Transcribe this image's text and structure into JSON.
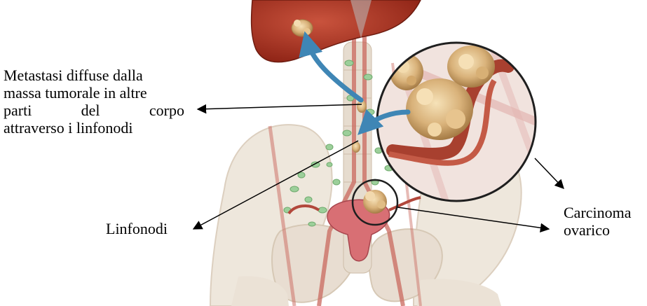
{
  "labels": {
    "metastasis": {
      "lines": [
        "Metastasi diffuse dalla",
        "massa tumorale in altre",
        "parti del corpo",
        "attraverso i linfonodi"
      ]
    },
    "lymph_nodes": "Linfonodi",
    "ovarian_carcinoma": {
      "lines": [
        "Carcinoma",
        "ovarico"
      ]
    }
  },
  "colors": {
    "liver": "#a8301f",
    "bone": "#e9dfd2",
    "tumor": "#d9b27a",
    "vessel": "#b2483c",
    "lymph": "#9ccf9a",
    "flow_arrow": "#3f86b5",
    "pointer": "#000000"
  }
}
